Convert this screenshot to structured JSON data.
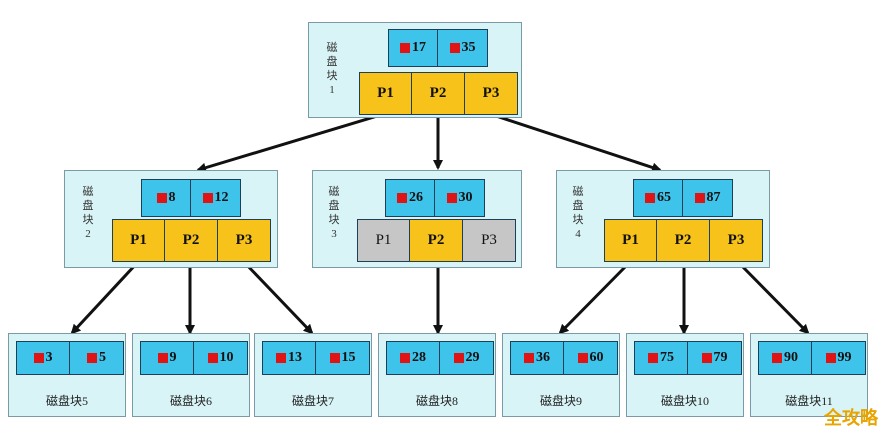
{
  "root": {
    "label": "磁盘块1",
    "keys": [
      "17",
      "35"
    ],
    "pointers": [
      "P1",
      "P2",
      "P3"
    ]
  },
  "level2": [
    {
      "label": "磁盘块2",
      "keys": [
        "8",
        "12"
      ],
      "pointers": [
        "P1",
        "P2",
        "P3"
      ]
    },
    {
      "label": "磁盘块3",
      "keys": [
        "26",
        "30"
      ],
      "pointers": [
        "P1",
        "P2",
        "P3"
      ]
    },
    {
      "label": "磁盘块4",
      "keys": [
        "65",
        "87"
      ],
      "pointers": [
        "P1",
        "P2",
        "P3"
      ]
    }
  ],
  "leaves": [
    {
      "label": "磁盘块5",
      "keys": [
        "3",
        "5"
      ]
    },
    {
      "label": "磁盘块6",
      "keys": [
        "9",
        "10"
      ]
    },
    {
      "label": "磁盘块7",
      "keys": [
        "13",
        "15"
      ]
    },
    {
      "label": "磁盘块8",
      "keys": [
        "28",
        "29"
      ]
    },
    {
      "label": "磁盘块9",
      "keys": [
        "36",
        "60"
      ]
    },
    {
      "label": "磁盘块10",
      "keys": [
        "75",
        "79"
      ]
    },
    {
      "label": "磁盘块11",
      "keys": [
        "90",
        "99"
      ]
    }
  ],
  "colors": {
    "block_bg": "#d8f4f7",
    "key_bg": "#3ec3ea",
    "pointer_bg": "#f7c21a",
    "pointer_unused_bg": "#c6c6c6",
    "marker": "#e01414"
  },
  "watermark": "全攻略"
}
